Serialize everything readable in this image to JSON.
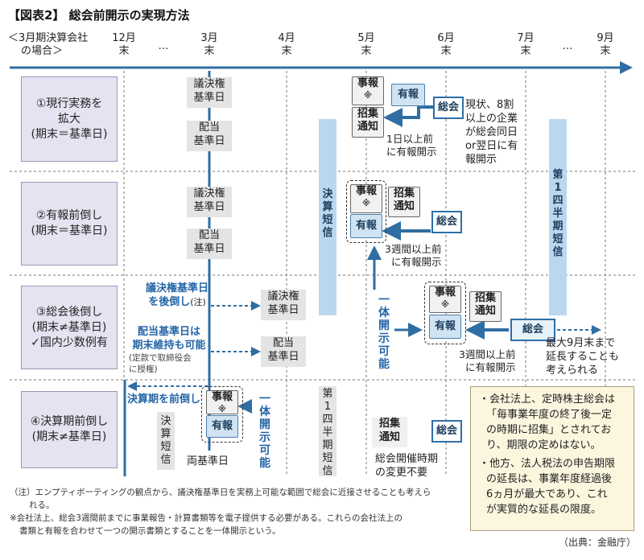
{
  "title": "【図表2】 総会前開示の実現方法",
  "header": {
    "company_note": [
      "＜3月期決算会社",
      "の場合＞"
    ],
    "months": [
      {
        "m": "12月",
        "e": "末"
      },
      {
        "m": "3月",
        "e": "末"
      },
      {
        "m": "4月",
        "e": "末"
      },
      {
        "m": "5月",
        "e": "末"
      },
      {
        "m": "6月",
        "e": "末"
      },
      {
        "m": "7月",
        "e": "末"
      },
      {
        "m": "9月",
        "e": "末"
      }
    ],
    "ellipsis": "…"
  },
  "rows": [
    {
      "lines": [
        "①現行実務を",
        "拡大",
        "(期末＝基準日)"
      ]
    },
    {
      "lines": [
        "②有報前倒し",
        "(期末＝基準日)"
      ]
    },
    {
      "lines": [
        "③総会後倒し",
        "(期末≠基準日)",
        "✓国内少数例有"
      ]
    },
    {
      "lines": [
        "④決算期前倒し",
        "(期末≠基準日)"
      ]
    }
  ],
  "labels": {
    "giketsu": [
      "議決権",
      "基準日"
    ],
    "haitou": [
      "配当",
      "基準日"
    ],
    "jiho": "事報",
    "kome": "※",
    "yuho": "有報",
    "shoshu": [
      "招集",
      "通知"
    ],
    "soukai": "総会",
    "kessan_tanshin": [
      "決",
      "算",
      "短",
      "信"
    ],
    "q1_tanshin": [
      "第",
      "1",
      "四",
      "半",
      "期",
      "短",
      "信"
    ],
    "ittai": [
      "一",
      "体",
      "開",
      "示",
      "可",
      "能"
    ],
    "ryou_kijunbi": "両基準日"
  },
  "row1": {
    "status": [
      "現状、8割",
      "以上の企業",
      "が総会同日",
      "or翌日に有",
      "報開示"
    ],
    "before": [
      "1日以上前",
      "に有報開示"
    ]
  },
  "row2": {
    "before": [
      "3週間以上前",
      "に有報開示"
    ]
  },
  "row3": {
    "giketsu_later": [
      "議決権基準日",
      "を後倒し"
    ],
    "chu": "(注)",
    "haitou_possible": [
      "配当基準日は",
      "期末維持も可能"
    ],
    "teikan": [
      "(定款で取締役会",
      "に授権)"
    ],
    "before": [
      "3週間以上前",
      "に有報開示"
    ],
    "max": [
      "最大9月末まで",
      "延長することも",
      "考えられる"
    ]
  },
  "row4": {
    "kessan_mae": "決算期を前倒し",
    "change": [
      "総会開催時期",
      "の変更不要"
    ]
  },
  "infobox": {
    "items": [
      [
        "・会社法上、定時株主総会は",
        "「毎事業年度の終了後一定",
        "の時期に招集」とされてお",
        "り、期限の定めはない。"
      ],
      [
        "・他方、法人税法の申告期限",
        "の延長は、事業年度経過後",
        "6ヵ月が最大であり、これ",
        "が実質的な延長の限度。"
      ]
    ]
  },
  "footnotes": [
    "（注）エンプティボーティングの観点から、議決権基準日を実務上可能な範囲で総会に近接させることも考えら",
    "れる。",
    "※会社法上、総会3週間前までに事業報告・計算書類等を電子提供する必要がある。これらの会社法上の",
    "書類と有報を合わせて一つの開示書類とすることを一体開示という。"
  ],
  "source": "（出典：金融庁）",
  "colors": {
    "row_box": "#e5e3f2",
    "blue": "#2566a7",
    "light_blue": "#bad7ef",
    "timeline": "#2f6ea3",
    "info_bg": "#fcf6df"
  }
}
